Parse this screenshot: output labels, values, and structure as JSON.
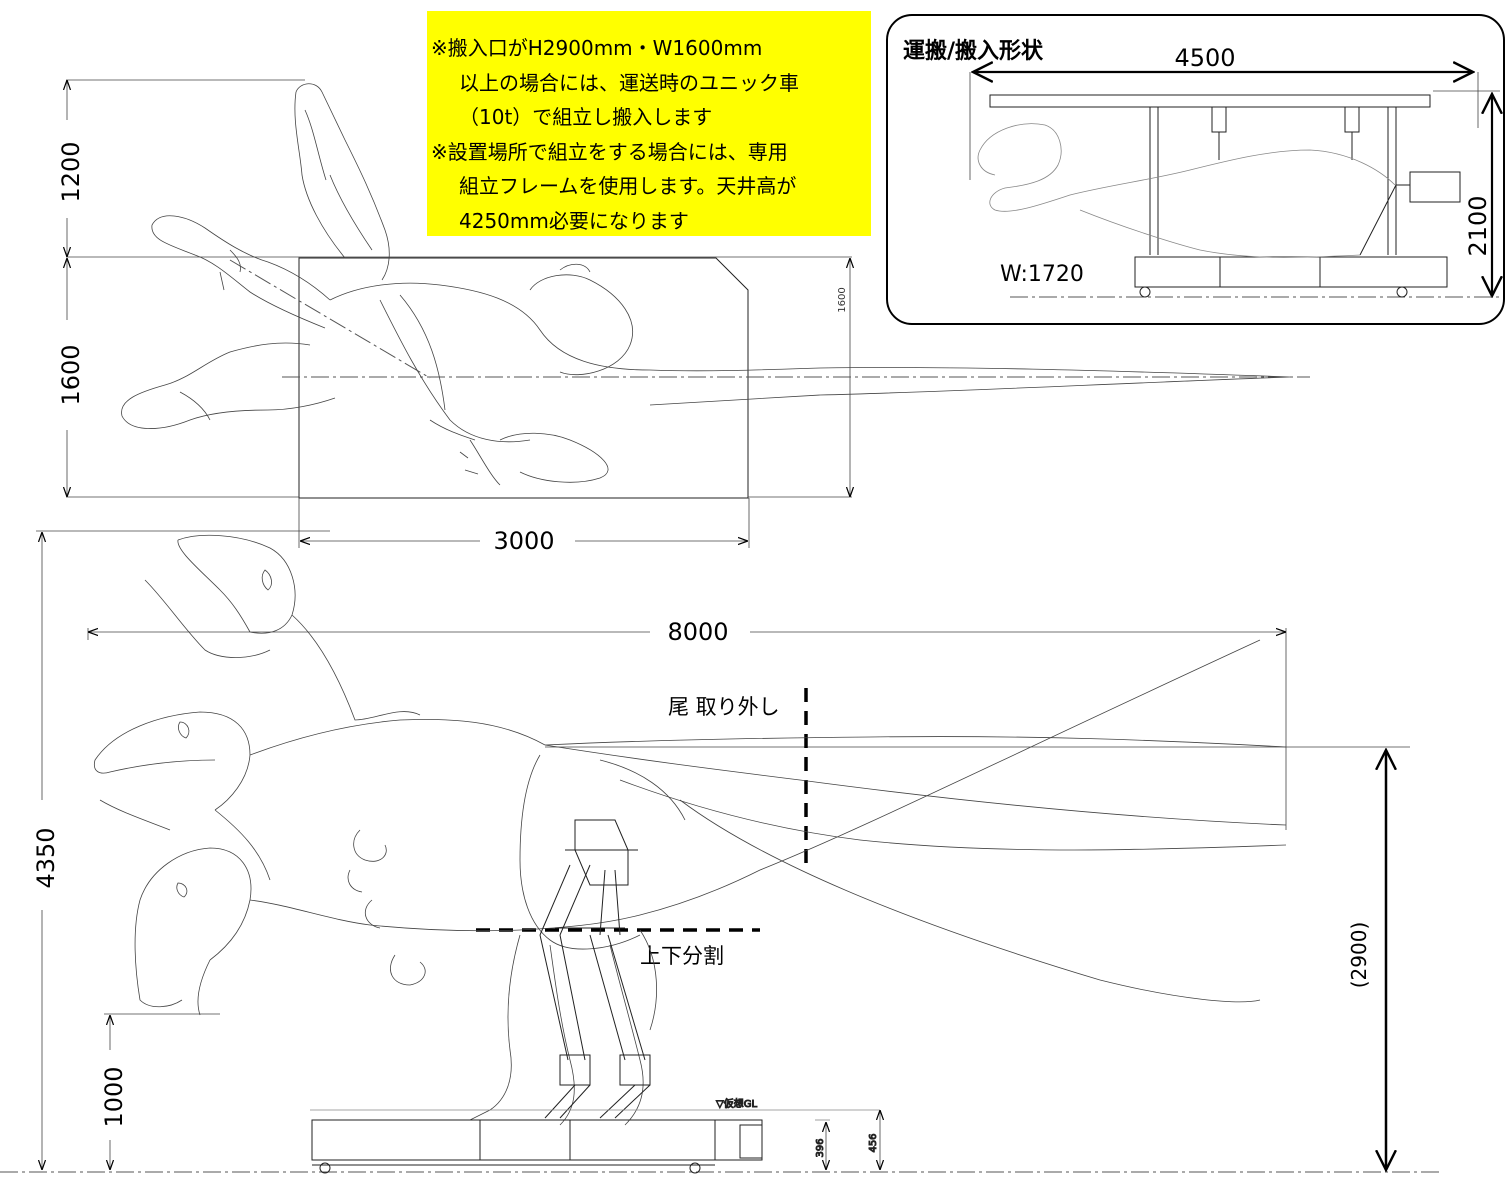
{
  "top_view": {
    "dim_head_zone": "1200",
    "dim_body_width": "1600",
    "dim_body_width_small": "1600",
    "dim_body_length": "3000"
  },
  "side_view": {
    "dim_total_length": "8000",
    "dim_total_height": "4350",
    "dim_lower_clearance": "1000",
    "dim_split_height": "(2900)",
    "dim_base_396": "396",
    "dim_base_456": "456",
    "gl_label": "▽仮想GL",
    "label_tail_removal": "尾 取り外し",
    "label_split": "上下分割"
  },
  "note": {
    "lines": [
      "※搬入口がH2900mm・W1600mm",
      "以上の場合には、運送時のユニック車",
      "（10t）で組立し搬入します",
      "※設置場所で組立をする場合には、専用",
      "組立フレームを使用します。天井高が",
      "4250mm必要になります"
    ],
    "background": "#ffff00"
  },
  "inset": {
    "title": "運搬/搬入形状",
    "dim_length": "4500",
    "dim_height": "2100",
    "width_label": "W:1720"
  }
}
